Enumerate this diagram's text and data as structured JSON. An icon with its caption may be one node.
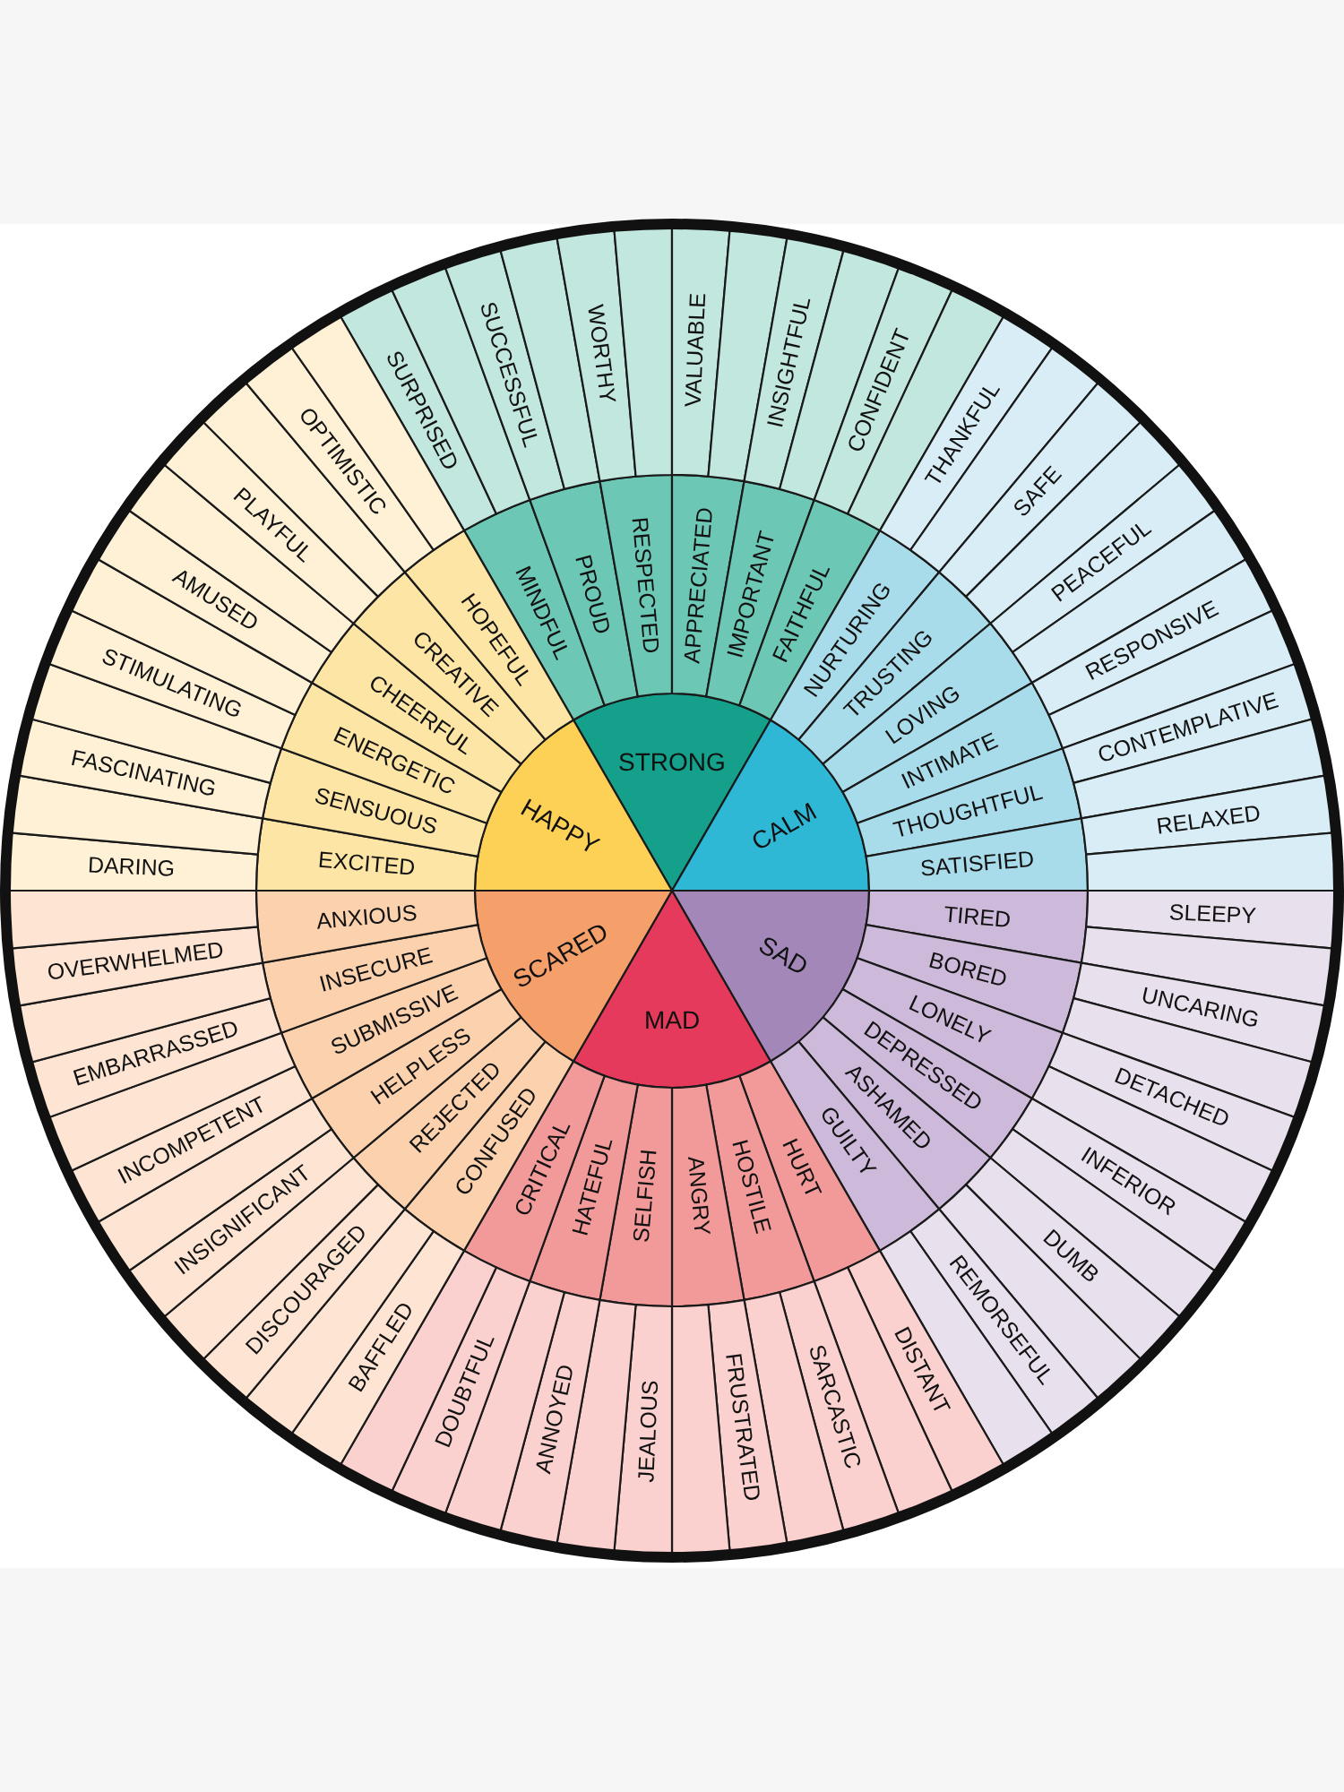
{
  "diagram": {
    "nodes": [
      {
        "text": [
          "STRONG"
        ]
      },
      {
        "text": [
          "CALM"
        ]
      },
      {
        "text": [
          "SAD"
        ]
      },
      {
        "text": [
          "MAD"
        ]
      },
      {
        "text": [
          "SCARED"
        ]
      },
      {
        "text": [
          "HAPPY"
        ]
      },
      {
        "text": [
          "MINDFUL"
        ]
      },
      {
        "text": [
          "PROUD"
        ]
      },
      {
        "text": [
          "RESPECTED"
        ]
      },
      {
        "text": [
          "APPRECIATED"
        ]
      },
      {
        "text": [
          "IMPORTANT"
        ]
      },
      {
        "text": [
          "FAITHFUL"
        ]
      },
      {
        "text": [
          "NURTURING"
        ]
      },
      {
        "text": [
          "TRUSTING"
        ]
      },
      {
        "text": [
          "LOVING"
        ]
      },
      {
        "text": [
          "INTIMATE"
        ]
      },
      {
        "text": [
          "THOUGHTFUL"
        ]
      },
      {
        "text": [
          "SATISFIED"
        ]
      },
      {
        "text": [
          "TIRED"
        ]
      },
      {
        "text": [
          "BORED"
        ]
      },
      {
        "text": [
          "LONELY"
        ]
      },
      {
        "text": [
          "DEPRESSED"
        ]
      },
      {
        "text": [
          "ASHAMED"
        ]
      },
      {
        "text": [
          "GUILTY"
        ]
      },
      {
        "text": [
          "HURT"
        ]
      },
      {
        "text": [
          "HOSTILE"
        ]
      },
      {
        "text": [
          "ANGRY"
        ]
      },
      {
        "text": [
          "SELFISH"
        ]
      },
      {
        "text": [
          "HATEFUL"
        ]
      },
      {
        "text": [
          "CRITICAL"
        ]
      },
      {
        "text": [
          "CONFUSED"
        ]
      },
      {
        "text": [
          "REJECTED"
        ]
      },
      {
        "text": [
          "HELPLESS"
        ]
      },
      {
        "text": [
          "SUBMISSIVE"
        ]
      },
      {
        "text": [
          "INSECURE"
        ]
      },
      {
        "text": [
          "ANXIOUS"
        ]
      },
      {
        "text": [
          "EXCITED"
        ]
      },
      {
        "text": [
          "SENSUOUS"
        ]
      },
      {
        "text": [
          "ENERGETIC"
        ]
      },
      {
        "text": [
          "CHEERFUL"
        ]
      },
      {
        "text": [
          "CREATIVE"
        ]
      },
      {
        "text": [
          "HOPEFUL"
        ]
      },
      {
        "text": [
          "SURPRISED"
        ]
      },
      {
        "text": [],
        "shape": "wedge"
      },
      {
        "text": [
          "SUCCESSFUL"
        ]
      },
      {
        "text": [],
        "shape": "wedge"
      },
      {
        "text": [
          "WORTHY"
        ]
      },
      {
        "text": [],
        "shape": "wedge"
      },
      {
        "text": [
          "VALUABLE"
        ]
      },
      {
        "text": [],
        "shape": "wedge"
      },
      {
        "text": [
          "INSIGHTFUL"
        ]
      },
      {
        "text": [],
        "shape": "wedge"
      },
      {
        "text": [
          "CONFIDENT"
        ]
      },
      {
        "text": [],
        "shape": "wedge"
      },
      {
        "text": [
          "THANKFUL"
        ]
      },
      {
        "text": [],
        "shape": "wedge"
      },
      {
        "text": [
          "SAFE"
        ]
      },
      {
        "text": [],
        "shape": "wedge"
      },
      {
        "text": [
          "PEACEFUL"
        ]
      },
      {
        "text": [],
        "shape": "wedge"
      },
      {
        "text": [
          "RESPONSIVE"
        ]
      },
      {
        "text": [],
        "shape": "wedge"
      },
      {
        "text": [
          "CONTEMPLATIVE"
        ]
      },
      {
        "text": [],
        "shape": "wedge"
      },
      {
        "text": [
          "RELAXED"
        ]
      },
      {
        "text": [],
        "shape": "wedge"
      },
      {
        "text": [
          "SLEEPY"
        ]
      },
      {
        "text": [],
        "shape": "wedge"
      },
      {
        "text": [
          "UNCARING"
        ]
      },
      {
        "text": [],
        "shape": "wedge"
      },
      {
        "text": [
          "DETACHED"
        ]
      },
      {
        "text": [],
        "shape": "wedge"
      },
      {
        "text": [
          "INFERIOR"
        ]
      },
      {
        "text": [],
        "shape": "wedge"
      },
      {
        "text": [
          "DUMB"
        ]
      },
      {
        "text": [],
        "shape": "wedge"
      },
      {
        "text": [
          "REMORSEFUL"
        ]
      },
      {
        "text": [],
        "shape": "wedge"
      },
      {
        "text": [
          "DISTANT"
        ]
      },
      {
        "text": [],
        "shape": "wedge"
      },
      {
        "text": [
          "SARCASTIC"
        ]
      },
      {
        "text": [],
        "shape": "wedge"
      },
      {
        "text": [
          "FRUSTRATED"
        ]
      },
      {
        "text": [],
        "shape": "wedge"
      },
      {
        "text": [
          "JEALOUS"
        ]
      },
      {
        "text": [],
        "shape": "wedge"
      },
      {
        "text": [
          "ANNOYED"
        ]
      },
      {
        "text": [],
        "shape": "wedge"
      },
      {
        "text": [
          "DOUBTFUL"
        ]
      },
      {
        "text": [],
        "shape": "wedge"
      },
      {
        "text": [
          "BAFFLED"
        ]
      },
      {
        "text": [],
        "shape": "wedge"
      },
      {
        "text": [
          "DISCOURAGED"
        ]
      },
      {
        "text": [],
        "shape": "wedge"
      },
      {
        "text": [
          "INSIGNIFICANT"
        ]
      },
      {
        "text": [],
        "shape": "wedge"
      },
      {
        "text": [
          "INCOMPETENT"
        ]
      },
      {
        "text": [],
        "shape": "wedge"
      },
      {
        "text": [
          "EMBARRASSED"
        ]
      },
      {
        "text": [],
        "shape": "wedge"
      },
      {
        "text": [
          "OVERWHELMED"
        ]
      },
      {
        "text": [],
        "shape": "wedge"
      },
      {
        "text": [
          "DARING"
        ]
      },
      {
        "text": [],
        "shape": "wedge"
      },
      {
        "text": [
          "FASCINATING"
        ]
      },
      {
        "text": [],
        "shape": "wedge"
      },
      {
        "text": [
          "STIMULATING"
        ]
      },
      {
        "text": [],
        "shape": "wedge"
      },
      {
        "text": [
          "AMUSED"
        ]
      },
      {
        "text": [],
        "shape": "wedge"
      },
      {
        "text": [
          "PLAYFUL"
        ]
      },
      {
        "text": [],
        "shape": "wedge"
      },
      {
        "text": [
          "OPTIMISTIC"
        ]
      },
      {
        "text": [],
        "shape": "wedge"
      }
    ]
  }
}
